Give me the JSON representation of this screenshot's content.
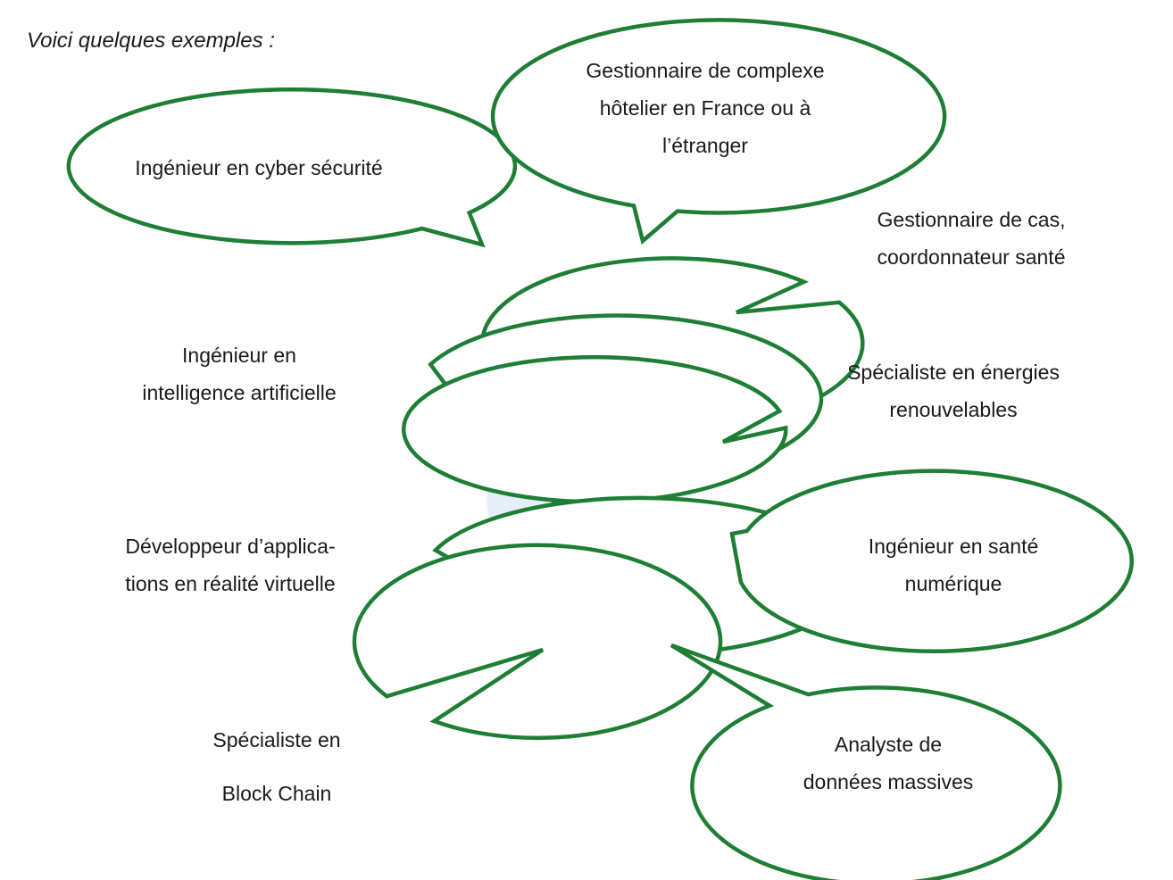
{
  "intro": "Voici quelques exemples :",
  "colors": {
    "outline": "#1e7e34",
    "sweater": "#3a57a5",
    "hair": "#263a4f",
    "skin": "#f6c7a8",
    "cloud": "#e6eef7",
    "question": "#2f3f66"
  },
  "illustration": {
    "name": "thinking-person-illustration",
    "question_marks": [
      "?",
      "?",
      "?"
    ]
  },
  "bubbles": [
    {
      "id": "cyber",
      "lines": [
        "Ingénieur en cyber sécurité"
      ]
    },
    {
      "id": "hotel",
      "lines": [
        "Gestionnaire de complexe",
        "hôtelier en France ou à",
        "l’étranger"
      ]
    },
    {
      "id": "cas",
      "lines": [
        "Gestionnaire de cas,",
        "coordonnateur santé"
      ]
    },
    {
      "id": "ia",
      "lines": [
        "Ingénieur en",
        "intelligence artificielle"
      ]
    },
    {
      "id": "energies",
      "lines": [
        "Spécialiste en énergies",
        "renouvelables"
      ]
    },
    {
      "id": "vr",
      "lines": [
        "Développeur d’applica-",
        "tions en réalité virtuelle"
      ]
    },
    {
      "id": "sante",
      "lines": [
        "Ingénieur en santé",
        "numérique"
      ]
    },
    {
      "id": "blockchain",
      "lines": [
        "Spécialiste en",
        "Block Chain"
      ]
    },
    {
      "id": "donnees",
      "lines": [
        "Analyste de",
        "données massives"
      ]
    }
  ]
}
